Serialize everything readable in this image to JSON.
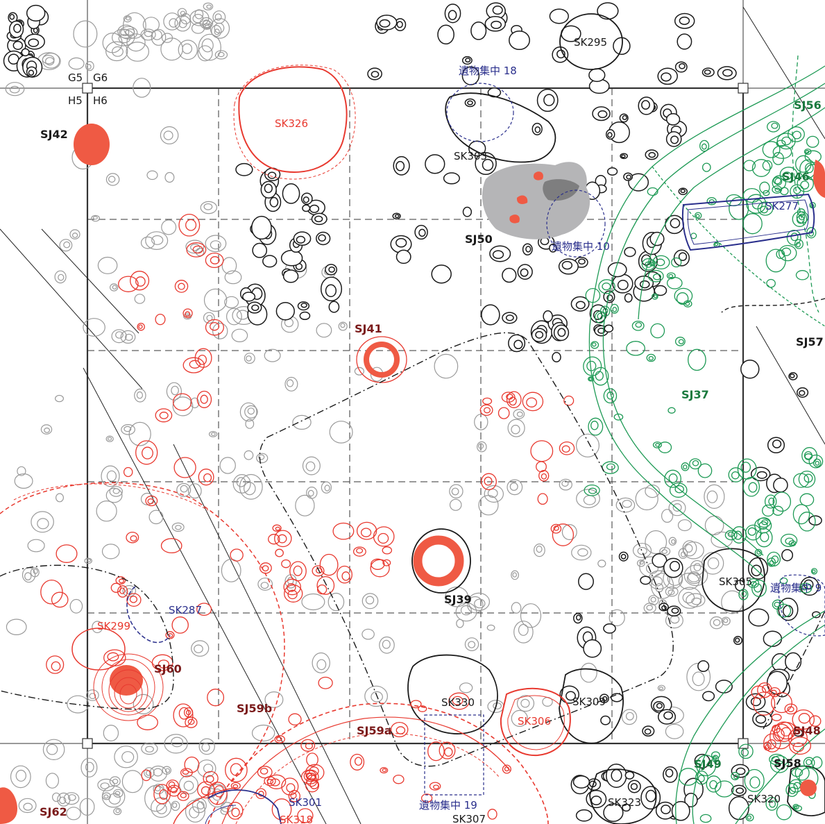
{
  "colors": {
    "black": "#1a1a1a",
    "gray": "#9a9a9a",
    "red": "#e8392f",
    "red_fill": "#ef5a44",
    "green": "#1e9a55",
    "green_dark": "#1a7a3e",
    "navy": "#2a2f8c",
    "dark_red": "#7a1a1a",
    "shade": "#b5b5b7"
  },
  "grid_labels": {
    "g5": "G5",
    "g6": "G6",
    "h5": "H5",
    "h6": "H6"
  },
  "features": {
    "sj42": "SJ42",
    "sk326": "SK326",
    "sk295": "SK295",
    "ibutsu18": "遺物集中 18",
    "sk303": "SK303",
    "sj56": "SJ56",
    "sj46": "SJ46",
    "sk277": "SK277",
    "ibutsu10": "遺物集中 10",
    "sj50": "SJ50",
    "sj41": "SJ41",
    "sj57": "SJ57",
    "sj37": "SJ37",
    "sk305": "SK305",
    "ibutsu9": "遺物集中 9",
    "sj39": "SJ39",
    "sk287": "SK287",
    "sk299": "SK299",
    "sj60": "SJ60",
    "sj59b": "SJ59b",
    "sj59a": "SJ59a",
    "sk330": "SK330",
    "sk306": "SK306",
    "sk309": "SK309",
    "sj48": "SJ48",
    "sj49": "SJ49",
    "sj58": "SJ58",
    "ibutsu19": "遺物集中 19",
    "sk323": "SK323",
    "sk320": "SK320",
    "sk301": "SK301",
    "sk318": "SK318",
    "sk307": "SK307",
    "sj62": "SJ62"
  }
}
